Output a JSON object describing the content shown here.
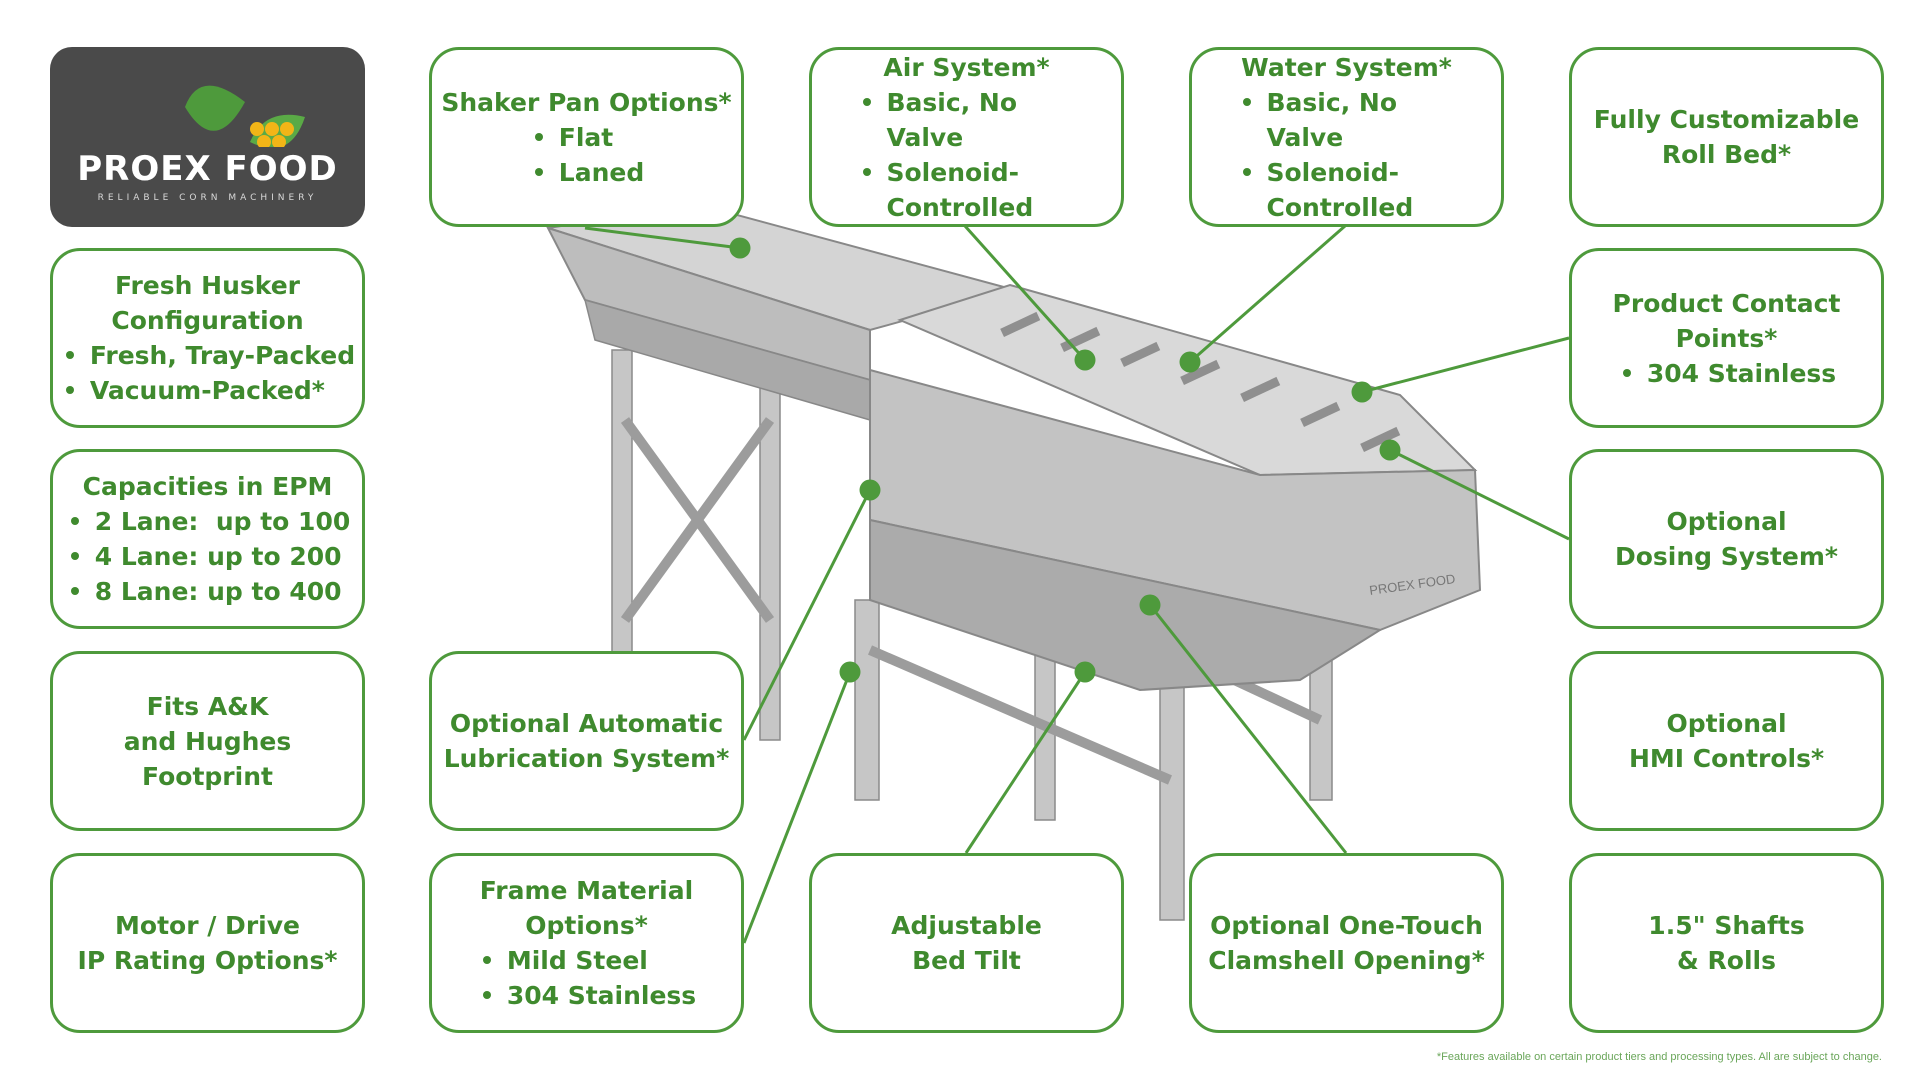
{
  "logo": {
    "name": "PROEX FOOD",
    "tagline": "RELIABLE CORN MACHINERY"
  },
  "callouts": {
    "shaker_pan": {
      "title": "Shaker Pan Options*",
      "items": [
        "Flat",
        "Laned"
      ]
    },
    "air_system": {
      "title": "Air System*",
      "items": [
        "Basic, No Valve",
        "Solenoid-Controlled"
      ]
    },
    "water_system": {
      "title": "Water System*",
      "items": [
        "Basic, No Valve",
        "Solenoid-Controlled"
      ]
    },
    "roll_bed": {
      "lines": [
        "Fully Customizable",
        "Roll Bed*"
      ]
    },
    "fresh_husker": {
      "title": "Fresh Husker Configuration",
      "items": [
        "Fresh, Tray-Packed",
        "Vacuum-Packed*"
      ]
    },
    "contact_points": {
      "title": "Product Contact Points*",
      "items": [
        "304 Stainless"
      ]
    },
    "capacities": {
      "title": "Capacities in EPM",
      "items": [
        "2 Lane:  up to 100",
        "4 Lane: up to 200",
        "8 Lane: up to 400"
      ]
    },
    "dosing": {
      "lines": [
        "Optional",
        "Dosing System*"
      ]
    },
    "footprint": {
      "lines": [
        "Fits A&K",
        "and Hughes",
        "Footprint"
      ]
    },
    "lubrication": {
      "lines": [
        "Optional Automatic",
        "Lubrication System*"
      ]
    },
    "hmi": {
      "lines": [
        "Optional",
        "HMI Controls*"
      ]
    },
    "motor": {
      "lines": [
        "Motor / Drive",
        "IP Rating Options*"
      ]
    },
    "frame": {
      "title": "Frame Material Options*",
      "items": [
        "Mild Steel",
        "304 Stainless"
      ]
    },
    "bed_tilt": {
      "lines": [
        "Adjustable",
        "Bed Tilt"
      ]
    },
    "clamshell": {
      "lines": [
        "Optional One-Touch",
        "Clamshell Opening*"
      ]
    },
    "shafts": {
      "lines": [
        "1.5\" Shafts",
        "& Rolls"
      ]
    }
  },
  "machine_label": "PROEX FOOD",
  "footnote": "*Features available on certain product tiers and processing types. All are subject to change.",
  "colors": {
    "accent": "#4e9a3c",
    "text": "#3f8a2e",
    "logo_bg": "#4a4a4a",
    "steel": "#b9b9b9"
  }
}
